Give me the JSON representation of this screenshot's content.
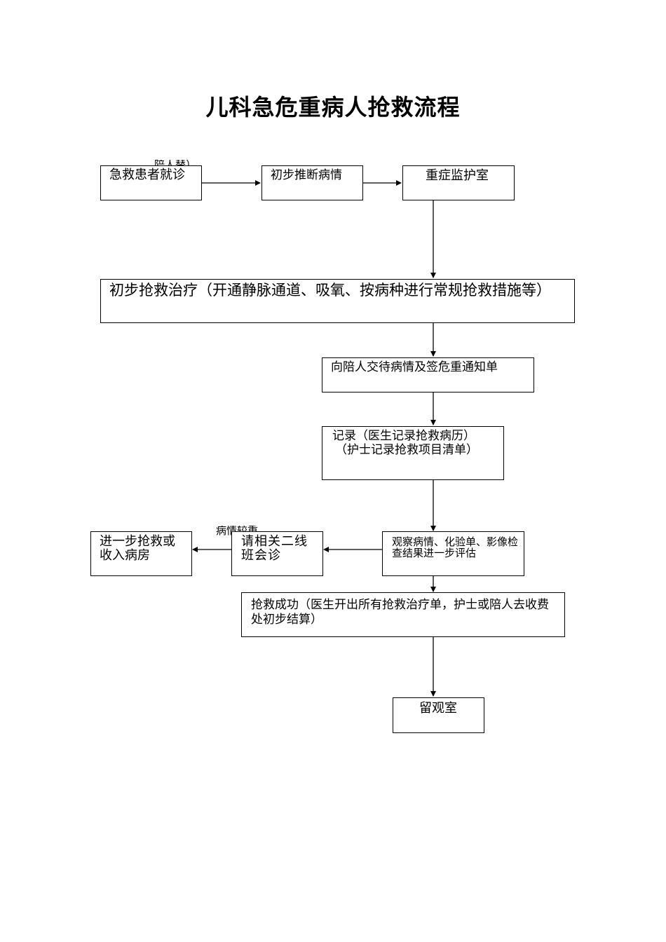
{
  "title": "儿科急危重病人抢救流程",
  "notes": {
    "top_left": "陪人替）",
    "severe": "病情较重"
  },
  "nodes": {
    "arrival": "急救患者就诊",
    "preliminary_judgement": "初步推断病情",
    "icu": "重症监护室",
    "initial_treatment": "初步抢救治疗（开通静脉通道、吸氧、按病种进行常规抢救措施等）",
    "inform_family": "向陪人交待病情及签危重通知单",
    "record_line1": "记录（医生记录抢救病历）",
    "record_line2": "（护士记录抢救项目清单）",
    "observe": "观察病情、化验单、影像检查结果进一步评估",
    "consult": "请相关二线班会诊",
    "further_rescue": "进一步抢救或收入病房",
    "success": "抢救成功（医生开出所有抢救治疗单，护士或陪人去收费处初步结算）",
    "observation_room": "留观室"
  }
}
